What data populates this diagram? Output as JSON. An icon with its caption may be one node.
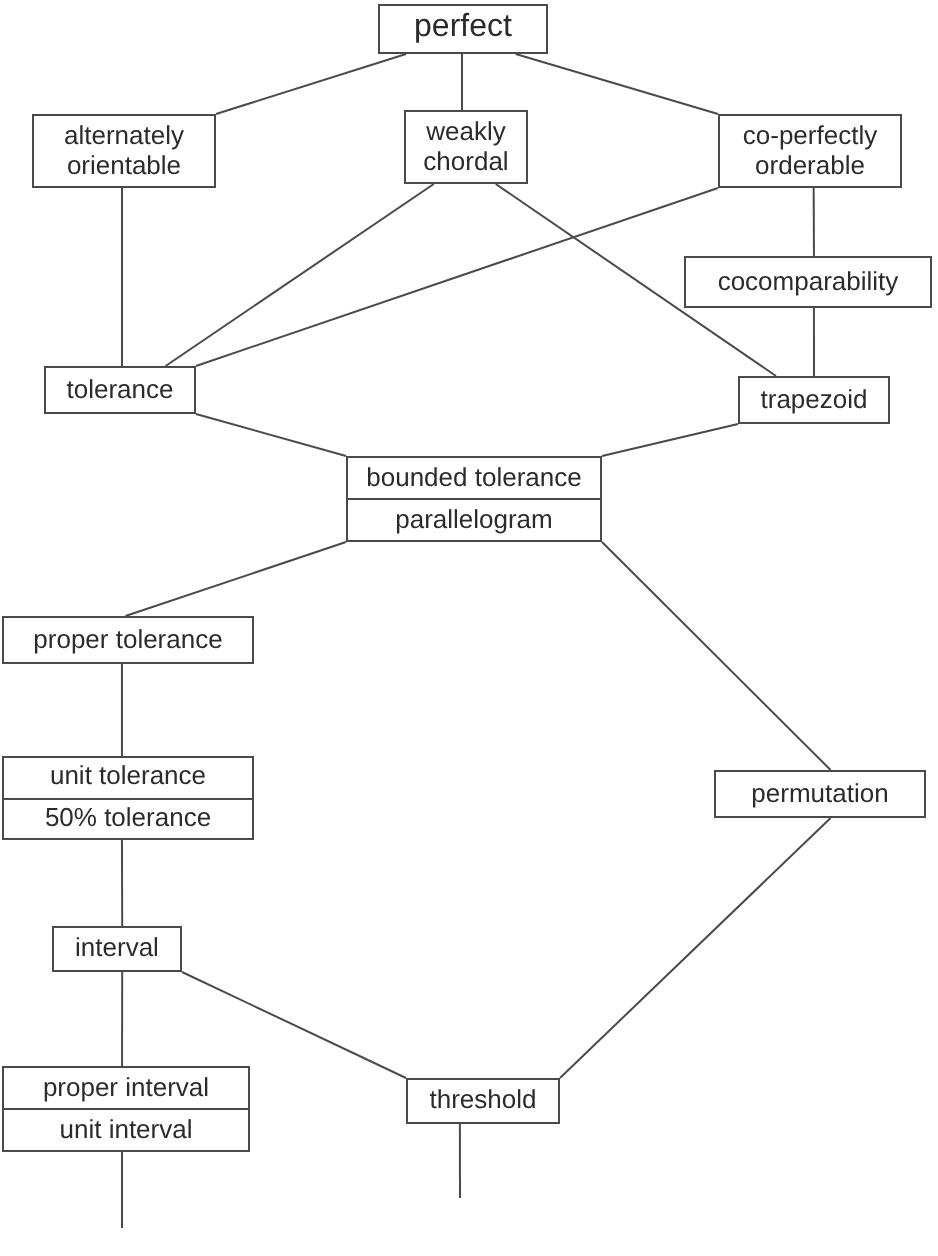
{
  "diagram": {
    "nodes": [
      {
        "text": [
          "perfect"
        ]
      },
      {
        "text": [
          "alternately orientable"
        ]
      },
      {
        "text": [
          "weakly chordal"
        ]
      },
      {
        "text": [
          "co-perfectly orderable"
        ]
      },
      {
        "text": [
          "cocomparability"
        ]
      },
      {
        "text": [
          "tolerance"
        ]
      },
      {
        "text": [
          "trapezoid"
        ]
      },
      {
        "text": [
          "bounded tolerance",
          "parallelogram"
        ]
      },
      {
        "text": [
          "proper tolerance"
        ]
      },
      {
        "text": [
          "unit tolerance",
          "50% tolerance"
        ]
      },
      {
        "text": [
          "permutation"
        ]
      },
      {
        "text": [
          "interval"
        ]
      },
      {
        "text": [
          "threshold"
        ]
      },
      {
        "text": [
          "proper interval",
          "unit interval"
        ]
      }
    ],
    "edges": [
      {
        "from": 0,
        "to": 1,
        "arrow": "none"
      },
      {
        "from": 0,
        "to": 2,
        "arrow": "none"
      },
      {
        "from": 0,
        "to": 3,
        "arrow": "none"
      },
      {
        "from": 1,
        "to": 5,
        "arrow": "none"
      },
      {
        "from": 2,
        "to": 5,
        "arrow": "none"
      },
      {
        "from": 2,
        "to": 6,
        "arrow": "none"
      },
      {
        "from": 3,
        "to": 5,
        "arrow": "none"
      },
      {
        "from": 3,
        "to": 4,
        "arrow": "none"
      },
      {
        "from": 4,
        "to": 6,
        "arrow": "none"
      },
      {
        "from": 5,
        "to": 7,
        "arrow": "none"
      },
      {
        "from": 6,
        "to": 7,
        "arrow": "none"
      },
      {
        "from": 7,
        "to": 8,
        "arrow": "none"
      },
      {
        "from": 7,
        "to": 10,
        "arrow": "none"
      },
      {
        "from": 8,
        "to": 9,
        "arrow": "none"
      },
      {
        "from": 9,
        "to": 11,
        "arrow": "none"
      },
      {
        "from": 10,
        "to": 12,
        "arrow": "none"
      },
      {
        "from": 11,
        "to": 12,
        "arrow": "none"
      },
      {
        "from": 11,
        "to": 13,
        "arrow": "none"
      },
      {
        "from": 13,
        "to": null,
        "arrow": "none"
      },
      {
        "from": 12,
        "to": null,
        "arrow": "none"
      }
    ]
  }
}
